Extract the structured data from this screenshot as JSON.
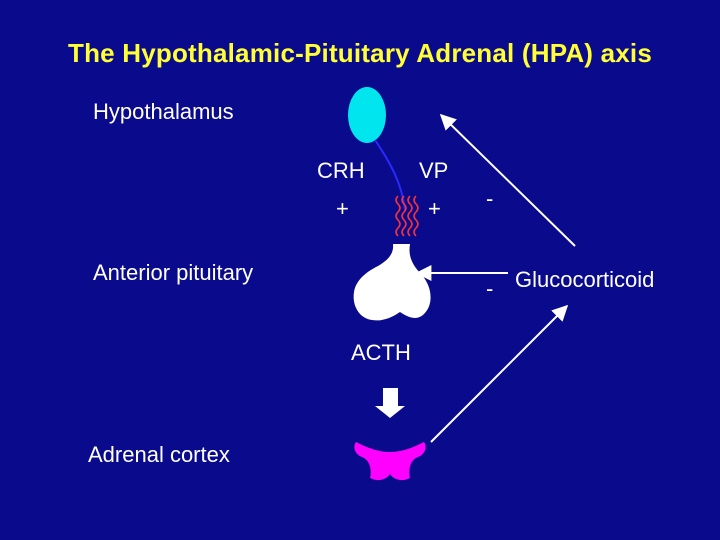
{
  "title": "The Hypothalamic-Pituitary Adrenal (HPA) axis",
  "labels": {
    "hypothalamus": "Hypothalamus",
    "anterior_pituitary": "Anterior pituitary",
    "adrenal_cortex": "Adrenal cortex",
    "crh": "CRH",
    "vp": "VP",
    "crh_sign": "+",
    "vp_sign": "+",
    "acth": "ACTH",
    "glucocorticoid": "Glucocorticoid",
    "feedback_hypothalamus_sign": "-",
    "feedback_pituitary_sign": "-"
  },
  "colors": {
    "background": "#0a0a8c",
    "title": "#ffff33",
    "text": "#ffffff",
    "hypothalamus": "#00e5ee",
    "adrenal": "#ff00ff",
    "vessels": "#ff3333",
    "pituitary": "#ffffff"
  }
}
